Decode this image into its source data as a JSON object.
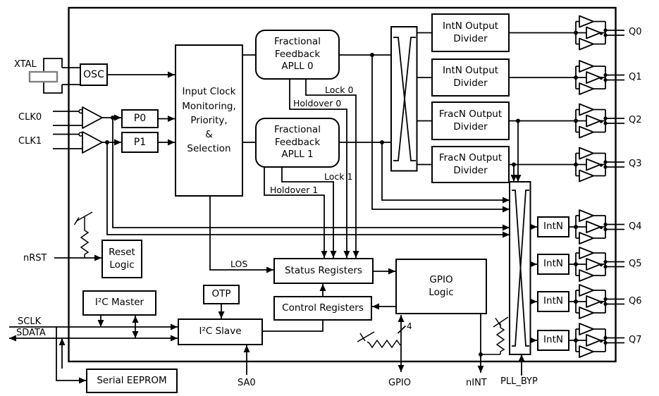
{
  "pins": {
    "xtal": "XTAL",
    "clk0": "CLK0",
    "clk1": "CLK1",
    "nrst": "nRST",
    "sclk": "SCLK",
    "sdata": "SDATA",
    "sa0": "SA0",
    "gpio": "GPIO",
    "nint": "nINT",
    "pll_byp": "PLL_BYP",
    "outputs": [
      "Q0",
      "Q1",
      "Q2",
      "Q3",
      "Q4",
      "Q5",
      "Q6",
      "Q7"
    ]
  },
  "signals": {
    "lock0": "Lock 0",
    "holdover0": "Holdover 0",
    "lock1": "Lock 1",
    "holdover1": "Holdover 1",
    "los": "LOS",
    "gpio_bus_width": "4"
  },
  "blocks": {
    "osc": "OSC",
    "p0": "P0",
    "p1": "P1",
    "input_clock": "Input Clock\nMonitoring,\nPriority,\n&\nSelection",
    "apll0": "Fractional\nFeedback\nAPLL 0",
    "apll1": "Fractional\nFeedback\nAPLL 1",
    "dividers": [
      "IntN Output\nDivider",
      "IntN Output\nDivider",
      "FracN Output\nDivider",
      "FracN Output\nDivider"
    ],
    "intn_dividers": [
      "IntN",
      "IntN",
      "IntN",
      "IntN"
    ],
    "reset_logic": "Reset\nLogic",
    "i2c_master": "I²C Master",
    "otp": "OTP",
    "i2c_slave": "I²C Slave",
    "status_registers": "Status Registers",
    "control_registers": "Control Registers",
    "gpio_logic": "GPIO\nLogic",
    "serial_eeprom": "Serial EEPROM"
  }
}
